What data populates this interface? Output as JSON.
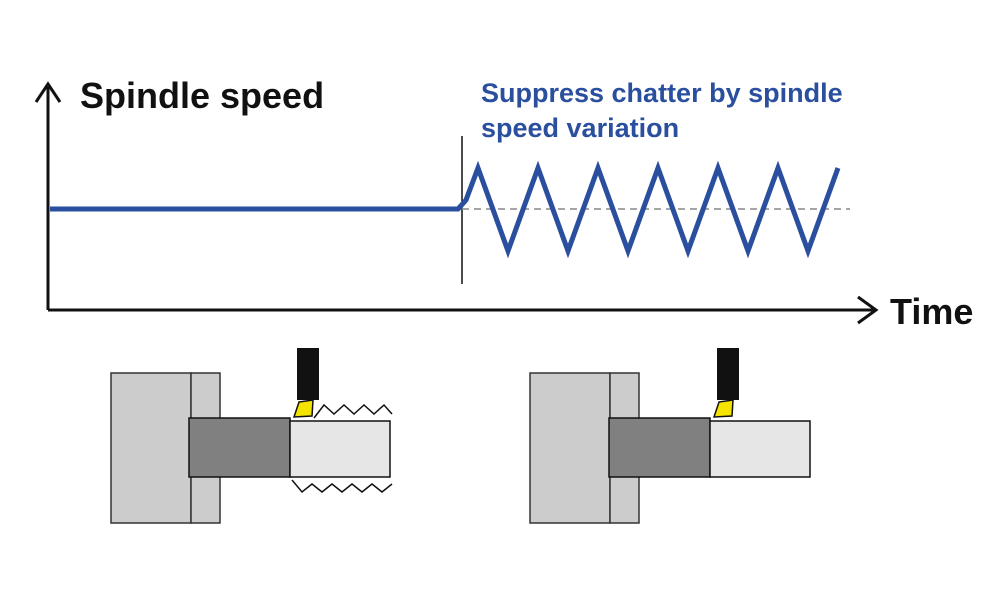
{
  "labels": {
    "y_axis": "Spindle speed",
    "x_axis": "Time",
    "annotation_line1": "Suppress chatter by spindle",
    "annotation_line2": "speed variation"
  },
  "colors": {
    "speed_line": "#2a4f9e",
    "annotation": "#2a4f9e",
    "axis": "#111111",
    "chuck": "#cccccc",
    "workpiece_dark": "#808080",
    "workpiece_light": "#e6e6e6",
    "tool_holder": "#111111",
    "insert": "#f5e400"
  },
  "icons": {
    "left_illustration": "lathe-with-chatter-icon",
    "right_illustration": "lathe-smooth-cut-icon"
  }
}
